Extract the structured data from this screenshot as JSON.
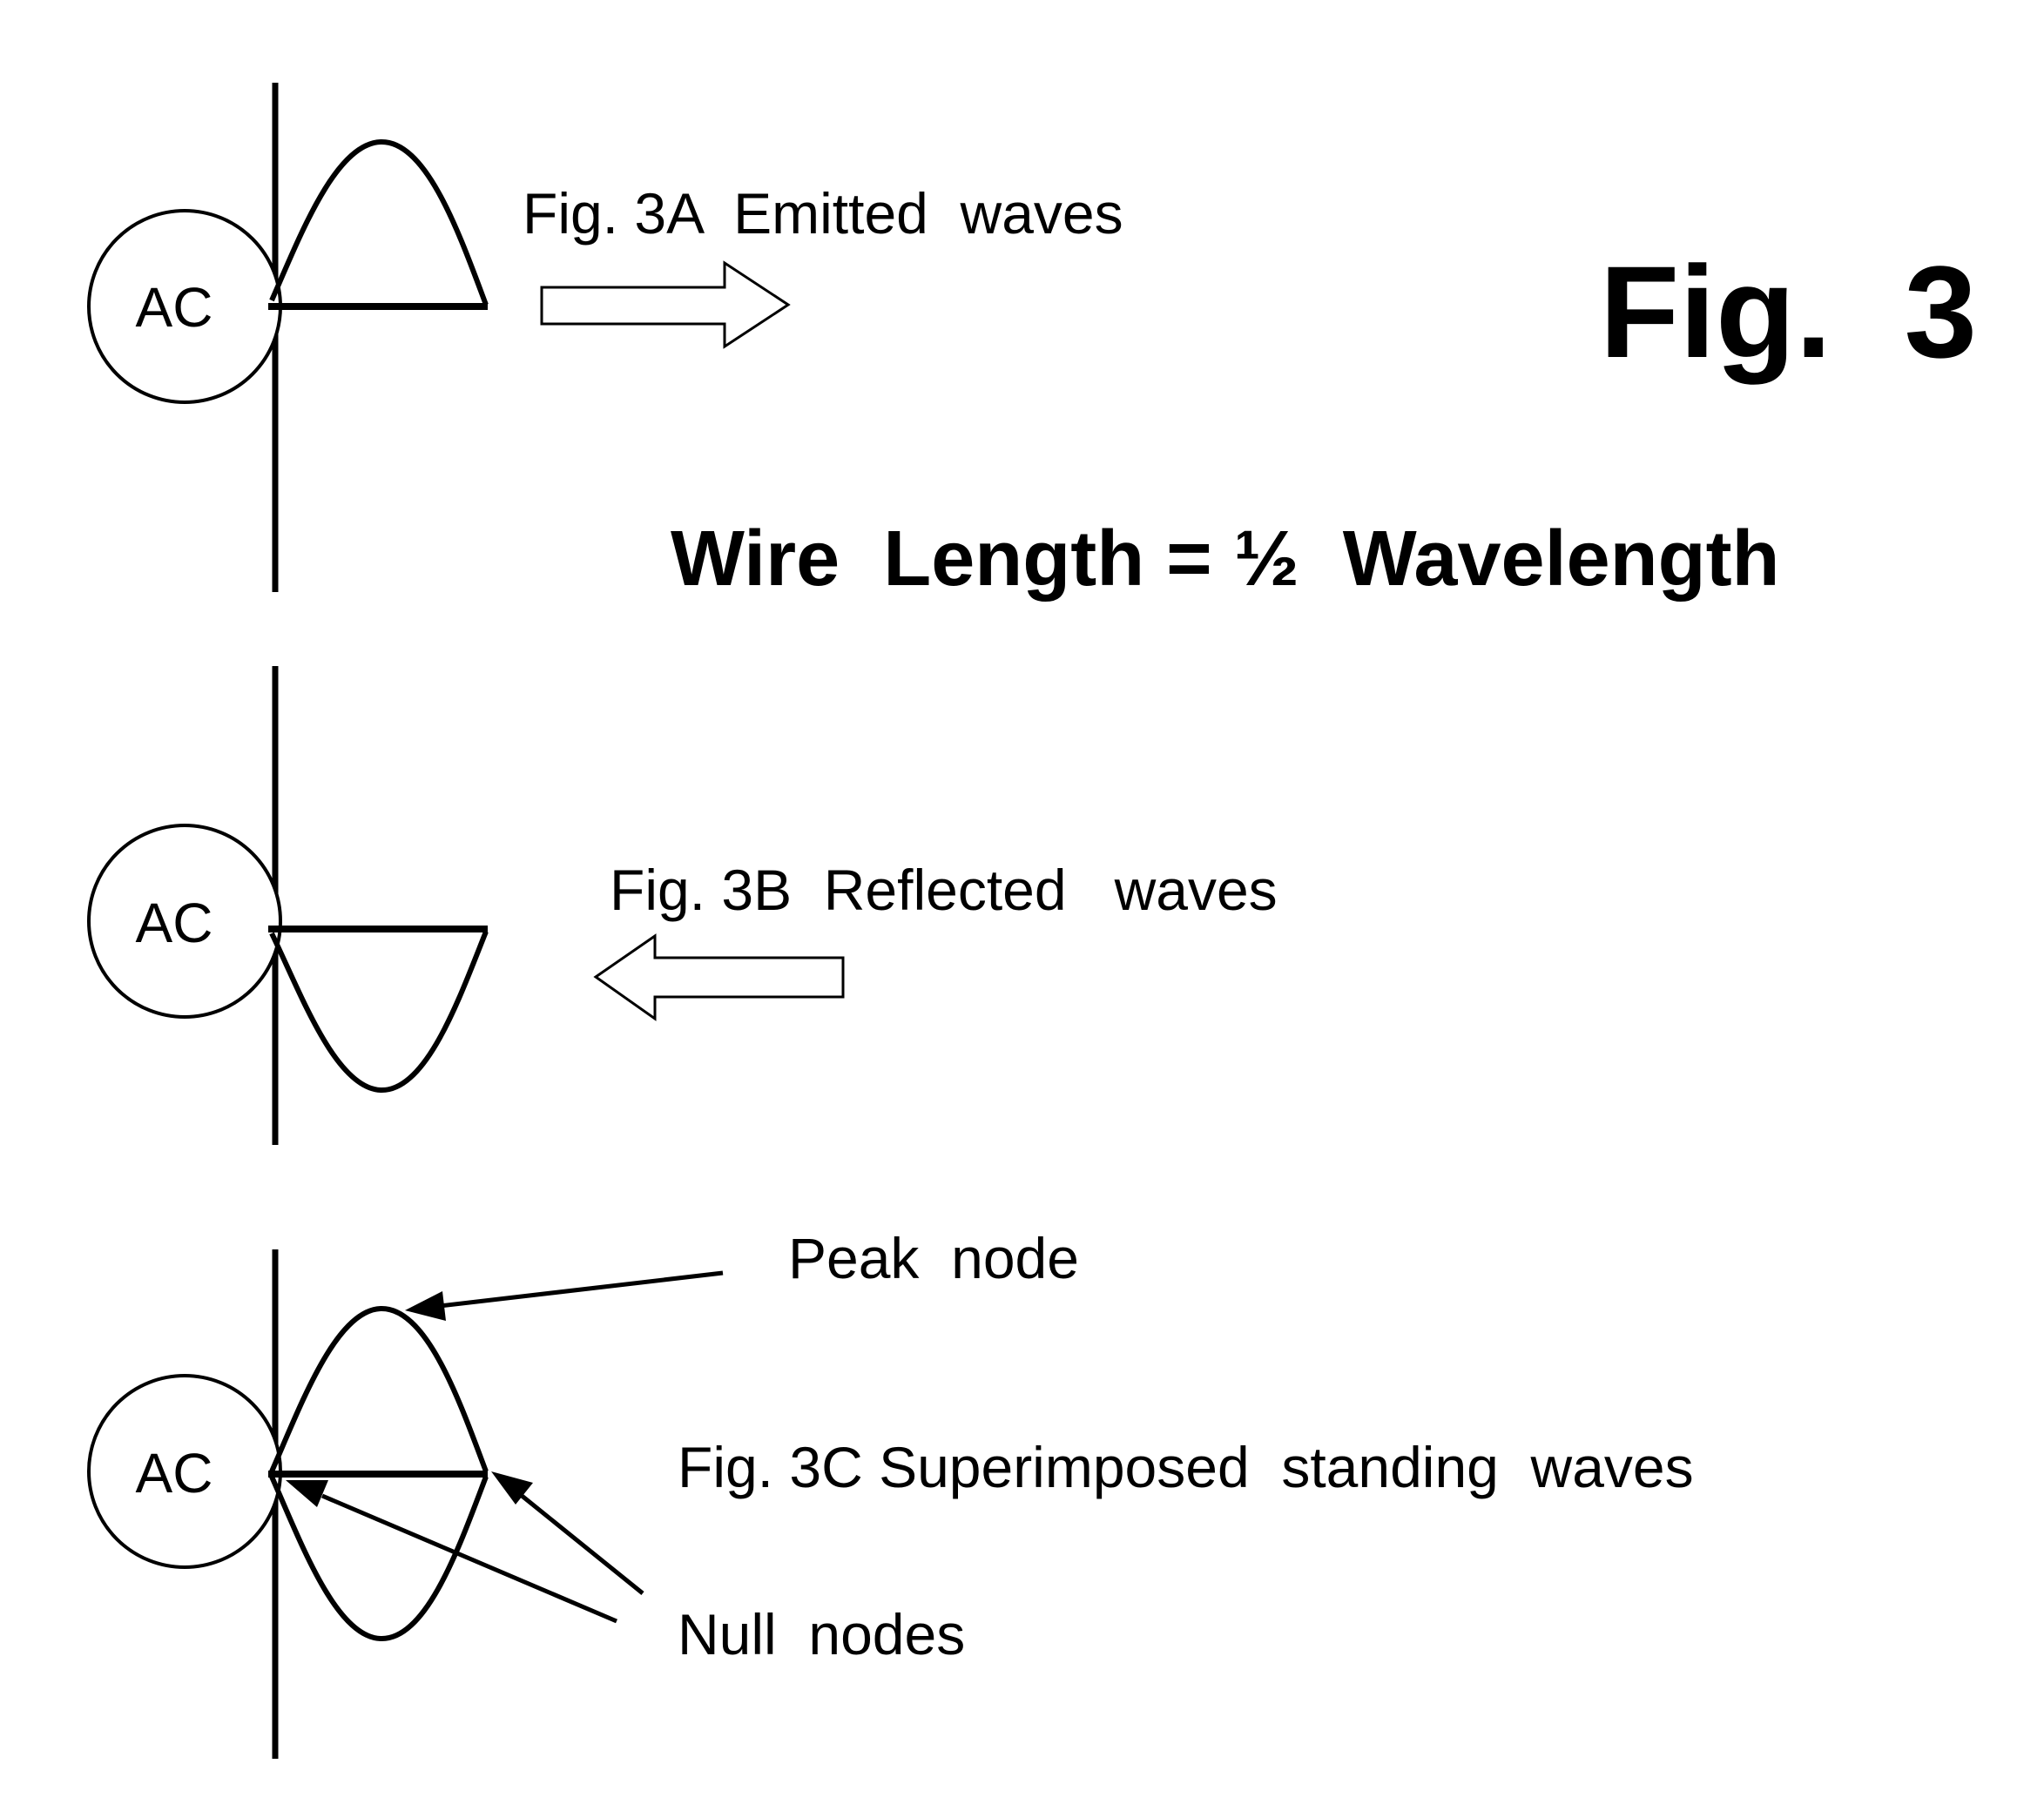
{
  "figure": {
    "title": "Fig.  3",
    "subtitle": "Wire  Length = ½  Wavelength"
  },
  "panels": {
    "a": {
      "source_label": "AC",
      "caption": "Fig. 3A  Emitted  waves",
      "arrow_direction": "right"
    },
    "b": {
      "source_label": "AC",
      "caption": "Fig. 3B  Reflected   waves",
      "arrow_direction": "left"
    },
    "c": {
      "source_label": "AC",
      "caption": "Fig. 3C Superimposed  standing  waves",
      "peak_label": "Peak  node",
      "null_label": "Null  nodes"
    }
  },
  "colors": {
    "ink": "#000000",
    "paper": "#ffffff"
  }
}
